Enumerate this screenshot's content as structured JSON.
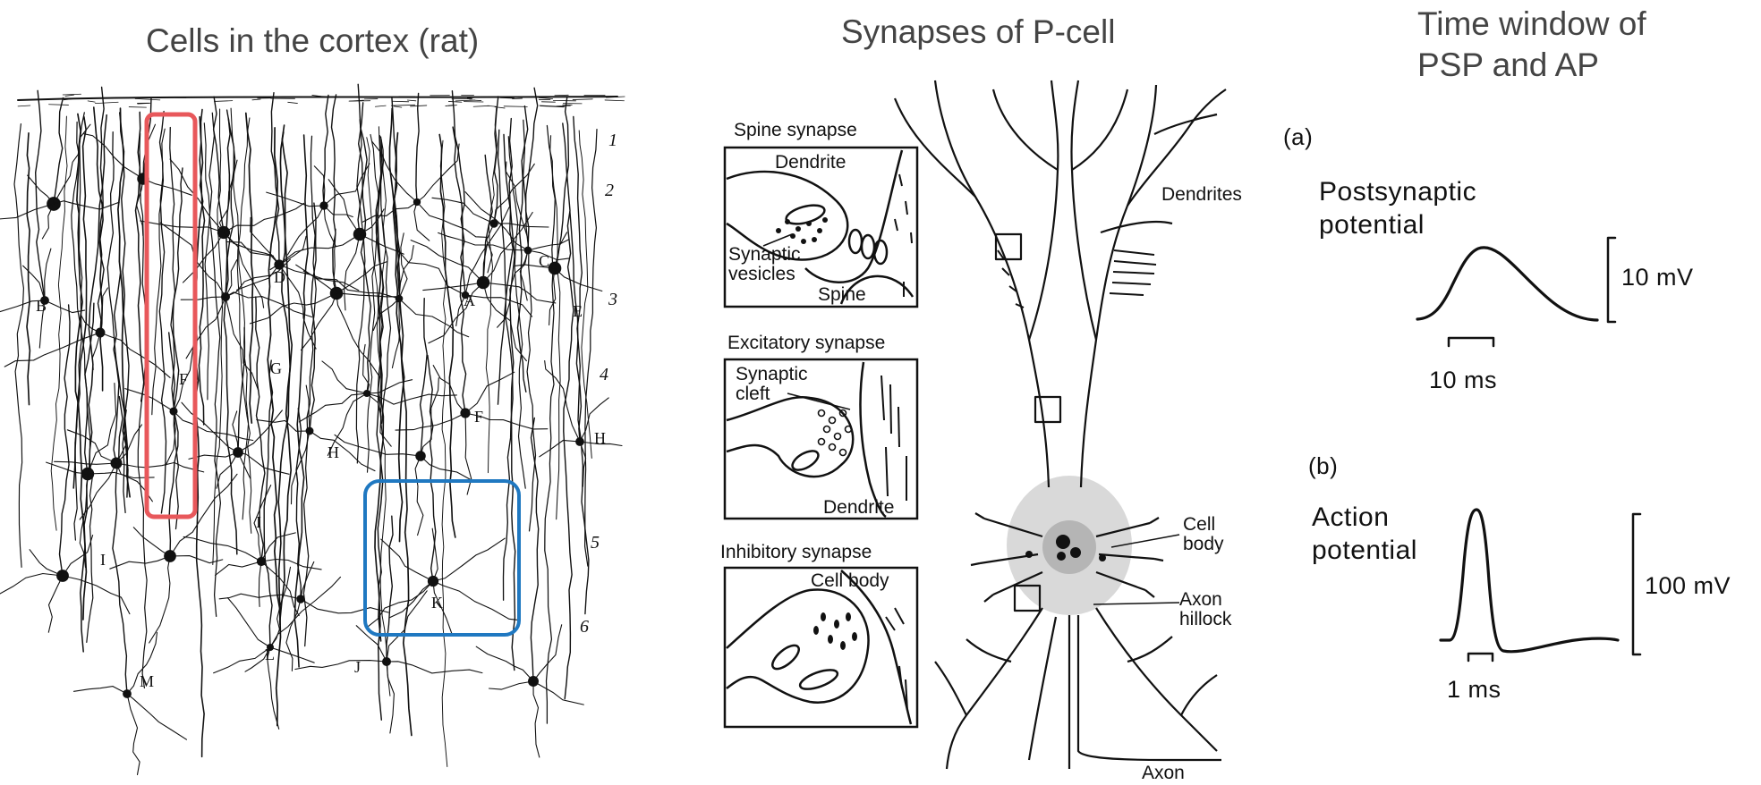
{
  "panels": {
    "cortex": {
      "title": "Cells in the cortex (rat)",
      "layer_numbers": [
        "1",
        "2",
        "3",
        "4",
        "5",
        "6"
      ],
      "cell_letters": [
        "A",
        "B",
        "C",
        "D",
        "E",
        "F",
        "G",
        "H",
        "I",
        "J",
        "K",
        "L",
        "M",
        "F",
        "H",
        "I"
      ],
      "highlight_colors": {
        "column_box": "#e8585b",
        "region_box": "#1f78c1"
      }
    },
    "pcell": {
      "title": "Synapses of P-cell",
      "boxes": [
        {
          "title": "Spine synapse",
          "labels": [
            "Dendrite",
            "Synaptic\nvesicles",
            "Spine"
          ]
        },
        {
          "title": "Excitatory synapse",
          "labels": [
            "Synaptic\ncleft",
            "Dendrite"
          ]
        },
        {
          "title": "Inhibitory synapse",
          "labels": [
            "Cell body"
          ]
        }
      ],
      "neuron_labels": {
        "dendrites": "Dendrites",
        "cell_body": "Cell\nbody",
        "axon_hillock": "Axon\nhillock",
        "axon": "Axon"
      }
    },
    "potentials": {
      "title": "Time window of\nPSP and AP",
      "a": {
        "tag": "(a)",
        "name": "Postsynaptic\npotential",
        "amplitude": "10 mV",
        "time": "10 ms"
      },
      "b": {
        "tag": "(b)",
        "name": "Action\npotential",
        "amplitude": "100 mV",
        "time": "1 ms"
      }
    }
  }
}
